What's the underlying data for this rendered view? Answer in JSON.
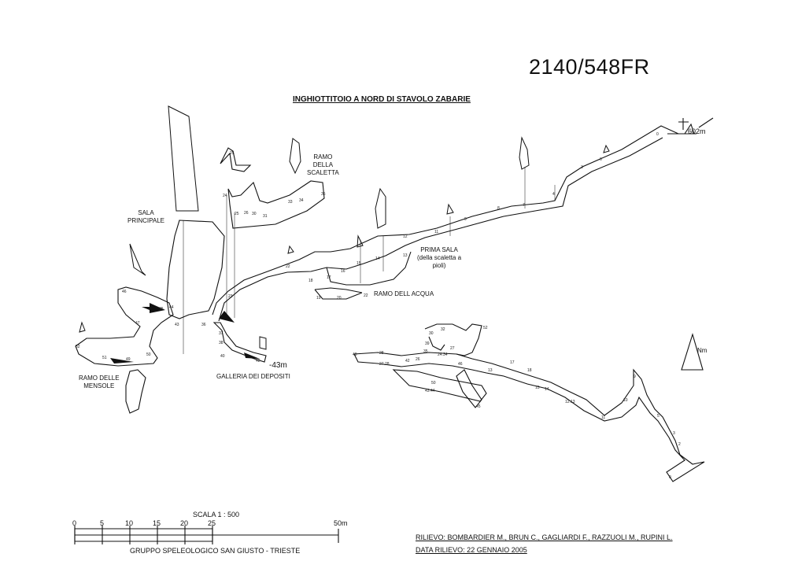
{
  "code": "2140/548FR",
  "title": "INGHIOTTITOIO A NORD DI STAVOLO ZABARIE",
  "entrance_elevation": "602m",
  "depth_label": "-43m",
  "north_label": "Nm",
  "labels": {
    "sala_principale": [
      "SALA",
      "PRINCIPALE"
    ],
    "ramo_scaletta": [
      "RAMO",
      "DELLA",
      "SCALETTA"
    ],
    "prima_sala": [
      "PRIMA SALA",
      "(della scaletta a",
      "pioli)"
    ],
    "ramo_acqua": "RAMO DELL ACQUA",
    "ramo_mensole": [
      "RAMO DELLE",
      "MENSOLE"
    ],
    "galleria_depositi": "GALLERIA DEI DEPOSITI"
  },
  "scale": {
    "title": "SCALA 1 : 500",
    "ticks": [
      "0",
      "5",
      "10",
      "15",
      "20",
      "25",
      "50m"
    ]
  },
  "group": "GRUPPO SPELEOLOGICO SAN GIUSTO - TRIESTE",
  "rilievo": "RILIEVO: BOMBARDIER M., BRUN C., GAGLIARDI F., RAZZUOLI M., RUPINI L.",
  "data_rilievo": "DATA RILIEVO: 22 GENNAIO 2005"
}
